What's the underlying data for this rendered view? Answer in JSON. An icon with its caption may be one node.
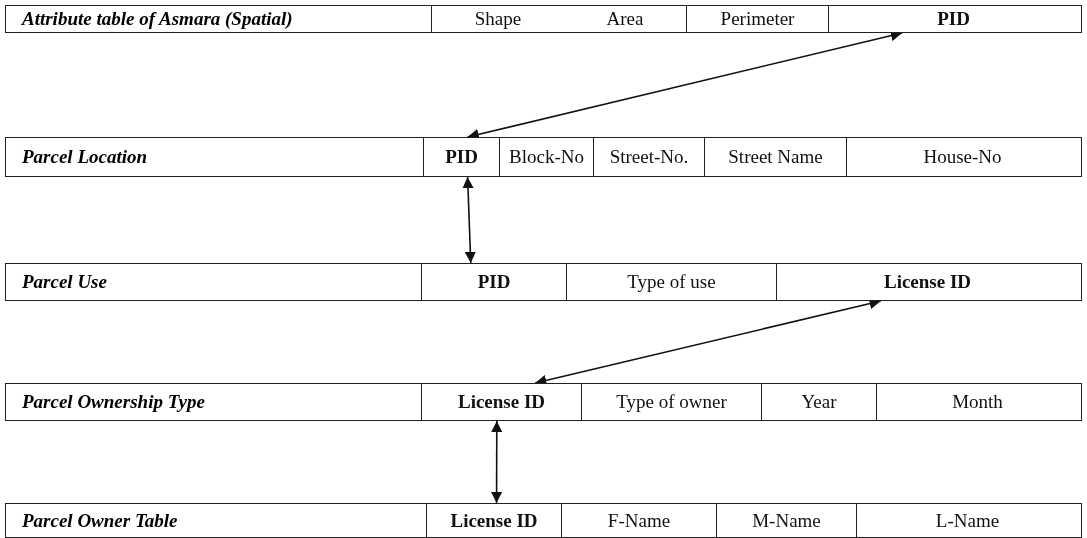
{
  "diagram": {
    "nodes": [
      {
        "text": [
          "Attribute table of Asmara (Spatial)"
        ]
      },
      {
        "text": [
          "Shape",
          "Area"
        ],
        "in": 0
      },
      {
        "text": [
          "Perimeter"
        ],
        "in": 0
      },
      {
        "text": [
          "PID"
        ],
        "in": 0
      },
      {
        "text": [
          "Parcel Location"
        ]
      },
      {
        "text": [
          "PID"
        ],
        "in": 4
      },
      {
        "text": [
          "Block-No"
        ],
        "in": 4
      },
      {
        "text": [
          "Street-No."
        ],
        "in": 4
      },
      {
        "text": [
          "Street Name"
        ],
        "in": 4
      },
      {
        "text": [
          "House-No"
        ],
        "in": 4
      },
      {
        "text": [
          "Parcel Use"
        ]
      },
      {
        "text": [
          "PID"
        ],
        "in": 10
      },
      {
        "text": [
          "Type of use"
        ],
        "in": 10
      },
      {
        "text": [
          "License ID"
        ],
        "in": 10
      },
      {
        "text": [
          "Parcel Ownership Type"
        ]
      },
      {
        "text": [
          "License ID"
        ],
        "in": 14
      },
      {
        "text": [
          "Type of owner"
        ],
        "in": 14
      },
      {
        "text": [
          "Year"
        ],
        "in": 14
      },
      {
        "text": [
          "Month"
        ],
        "in": 14
      },
      {
        "text": [
          "Parcel Owner Table"
        ]
      },
      {
        "text": [
          "License ID"
        ],
        "in": 19
      },
      {
        "text": [
          "F-Name"
        ],
        "in": 19
      },
      {
        "text": [
          "M-Name"
        ],
        "in": 19
      },
      {
        "text": [
          "L-Name"
        ],
        "in": 19
      }
    ],
    "edges": [
      {
        "from": 3,
        "to": 5,
        "arrow": "both"
      },
      {
        "from": 5,
        "to": 11,
        "arrow": "both"
      },
      {
        "from": 13,
        "to": 15,
        "arrow": "both"
      },
      {
        "from": 15,
        "to": 20,
        "arrow": "both"
      }
    ]
  }
}
